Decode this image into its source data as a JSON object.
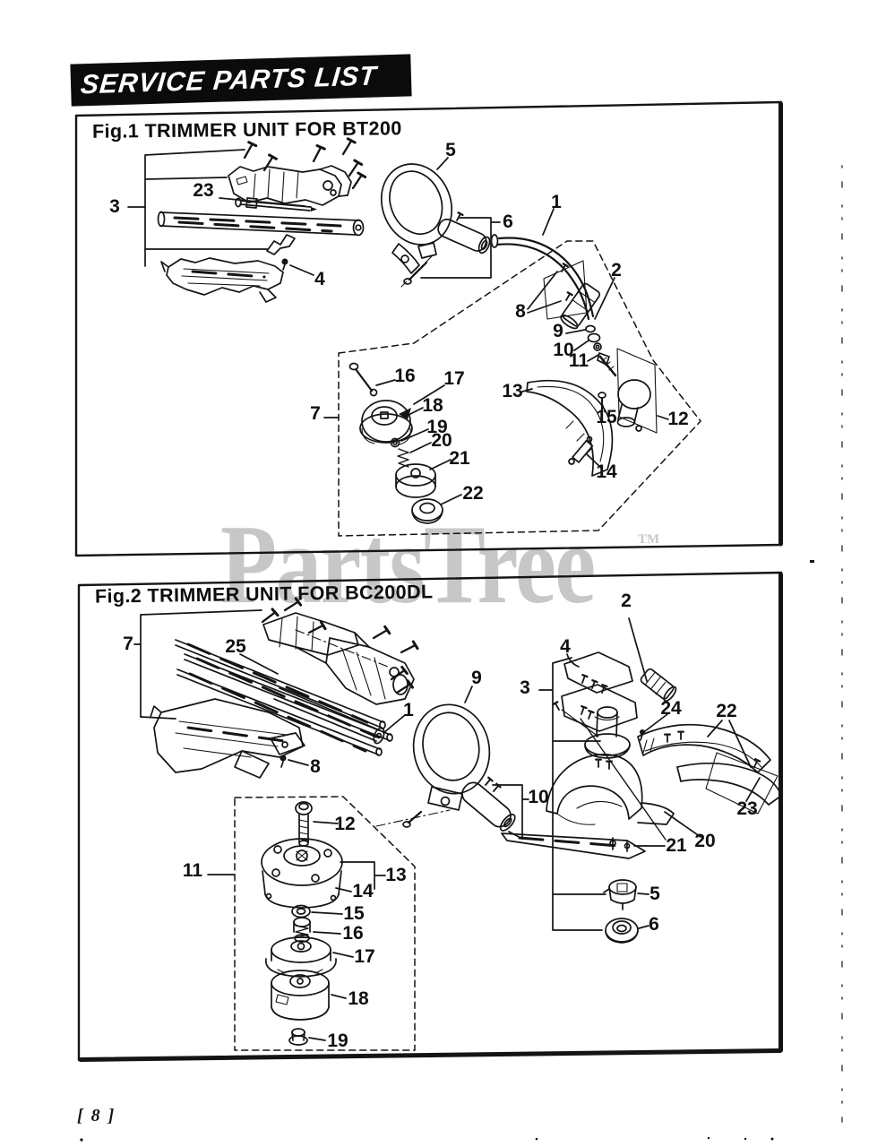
{
  "banner": {
    "text": "SERVICE PARTS LIST"
  },
  "fig1": {
    "title": "Fig.1  TRIMMER UNIT FOR BT200",
    "labels": [
      "3",
      "23",
      "4",
      "5",
      "6",
      "1",
      "8",
      "2",
      "9",
      "10",
      "11",
      "13",
      "15",
      "12",
      "14",
      "7",
      "16",
      "17",
      "18",
      "19",
      "20",
      "21",
      "22"
    ]
  },
  "fig2": {
    "title": "Fig.2  TRIMMER UNIT FOR BC200DL",
    "labels": [
      "7",
      "25",
      "1",
      "8",
      "9",
      "10",
      "2",
      "4",
      "3",
      "24",
      "22",
      "23",
      "20",
      "21",
      "5",
      "6",
      "11",
      "12",
      "13",
      "14",
      "15",
      "16",
      "17",
      "18",
      "19"
    ]
  },
  "watermark": {
    "text": "PartsTree",
    "tm": "TM"
  },
  "footer": {
    "page_number": "[ 8 ]"
  },
  "colors": {
    "ink": "#141414",
    "watermark": "#c7c7c7",
    "paper": "#ffffff"
  }
}
